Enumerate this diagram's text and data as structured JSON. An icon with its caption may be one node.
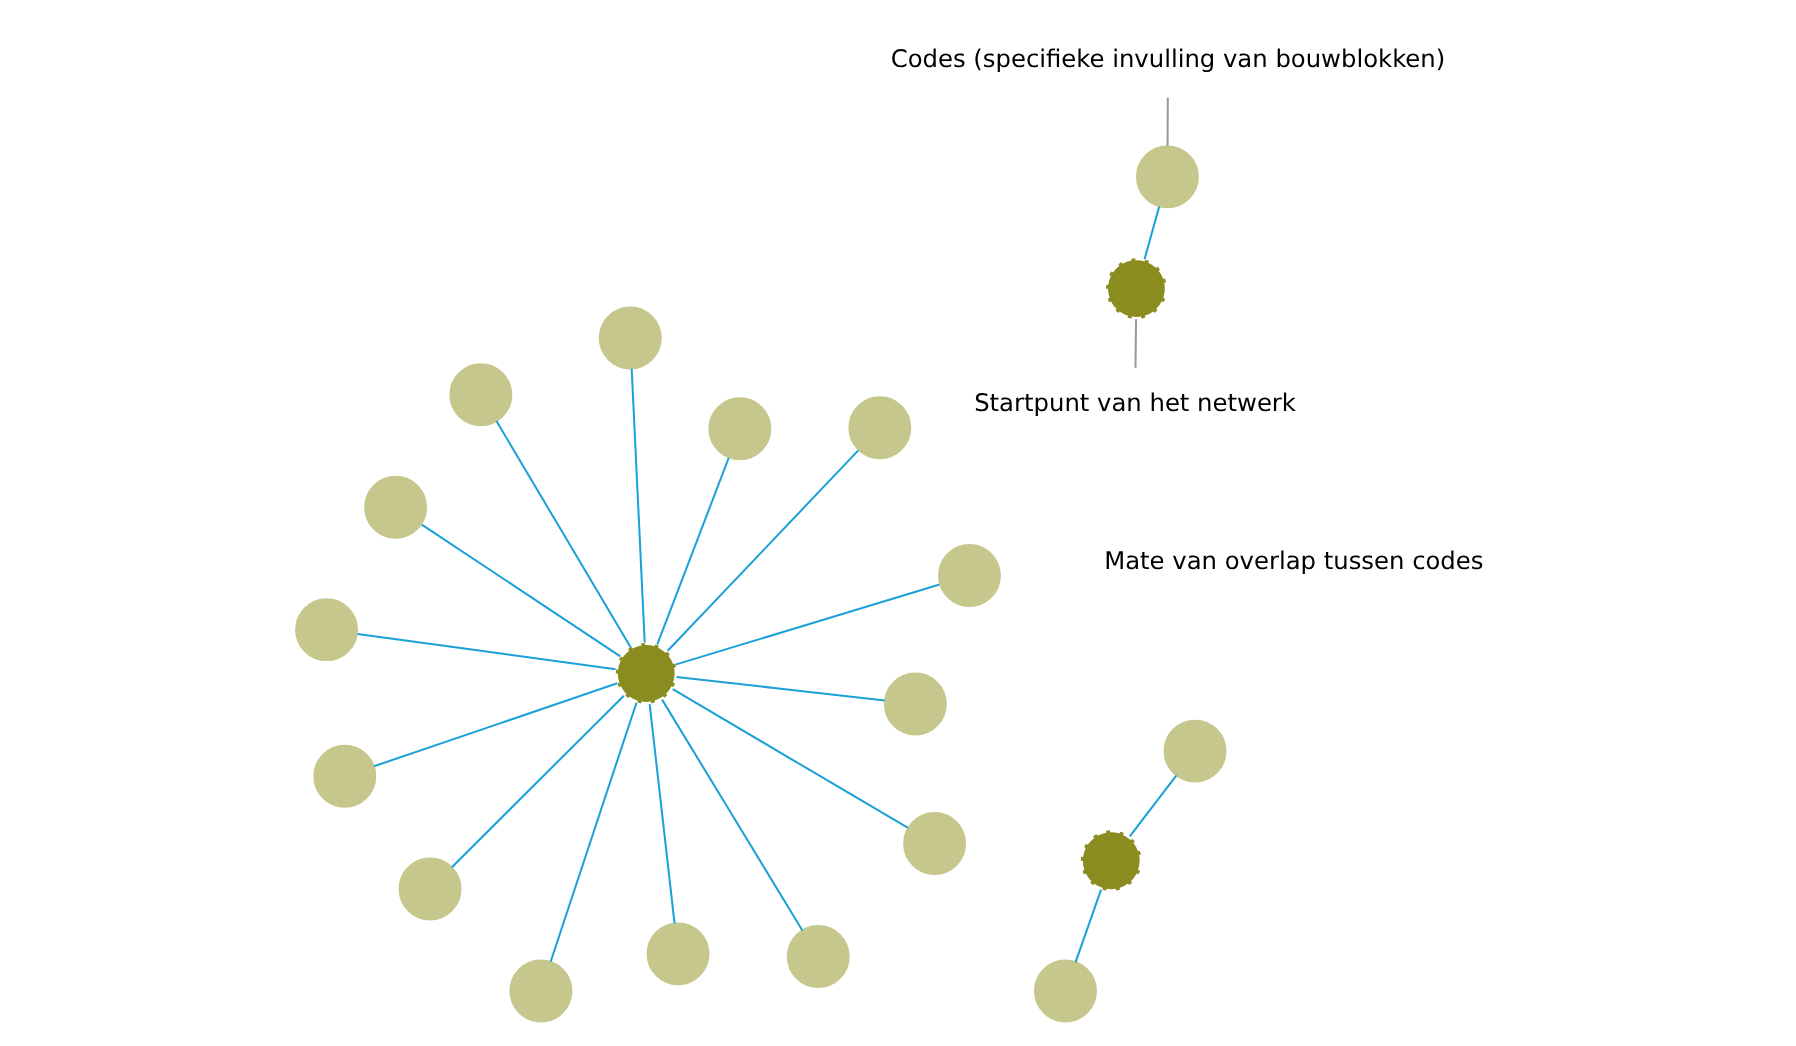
{
  "diagram": {
    "nodes": [
      {
        "text": [],
        "shape": "circle"
      },
      {
        "text": [],
        "shape": "circle"
      },
      {
        "text": [],
        "shape": "circle"
      },
      {
        "text": [],
        "shape": "circle"
      },
      {
        "text": [],
        "shape": "circle"
      },
      {
        "text": [],
        "shape": "circle"
      },
      {
        "text": [],
        "shape": "circle"
      },
      {
        "text": [],
        "shape": "circle"
      },
      {
        "text": [],
        "shape": "circle"
      },
      {
        "text": [],
        "shape": "circle"
      },
      {
        "text": [],
        "shape": "circle"
      },
      {
        "text": [],
        "shape": "circle"
      },
      {
        "text": [],
        "shape": "circle"
      },
      {
        "text": [],
        "shape": "circle"
      },
      {
        "text": [],
        "shape": "circle"
      },
      {
        "text": [],
        "shape": "circle"
      },
      {
        "text": [],
        "shape": "circle"
      },
      {
        "text": [],
        "shape": "circle"
      },
      {
        "text": [],
        "shape": "circle"
      },
      {
        "text": [],
        "shape": "circle"
      },
      {
        "text": [
          "Startpunt van het netwerk"
        ]
      },
      {
        "text": [
          "Codes (specifieke invulling van bouwblokken)"
        ]
      }
    ],
    "edges": [
      {
        "from": 0,
        "to": 1,
        "arrow": "none"
      },
      {
        "from": 0,
        "to": 2,
        "arrow": "none"
      },
      {
        "from": 0,
        "to": 3,
        "arrow": "none"
      },
      {
        "from": 0,
        "to": 4,
        "arrow": "none"
      },
      {
        "from": 0,
        "to": 5,
        "arrow": "none"
      },
      {
        "from": 0,
        "to": 6,
        "arrow": "none"
      },
      {
        "from": 0,
        "to": 7,
        "arrow": "none"
      },
      {
        "from": 0,
        "to": 8,
        "arrow": "none"
      },
      {
        "from": 0,
        "to": 9,
        "arrow": "none"
      },
      {
        "from": 0,
        "to": 10,
        "arrow": "none"
      },
      {
        "from": 0,
        "to": 11,
        "arrow": "none"
      },
      {
        "from": 0,
        "to": 12,
        "arrow": "none"
      },
      {
        "from": 0,
        "to": 13,
        "arrow": "none"
      },
      {
        "from": 0,
        "to": 14,
        "arrow": "none"
      },
      {
        "from": 15,
        "to": 16,
        "arrow": "none"
      },
      {
        "from": 15,
        "to": 17,
        "arrow": "none"
      },
      {
        "from": 18,
        "to": 19,
        "arrow": "none"
      },
      {
        "from": 20,
        "to": 18,
        "arrow": "none",
        "color": "#999999"
      },
      {
        "from": 21,
        "to": 19,
        "arrow": "none",
        "color": "#999999"
      }
    ],
    "labels": [
      "Mate van overlap tussen codes"
    ]
  }
}
